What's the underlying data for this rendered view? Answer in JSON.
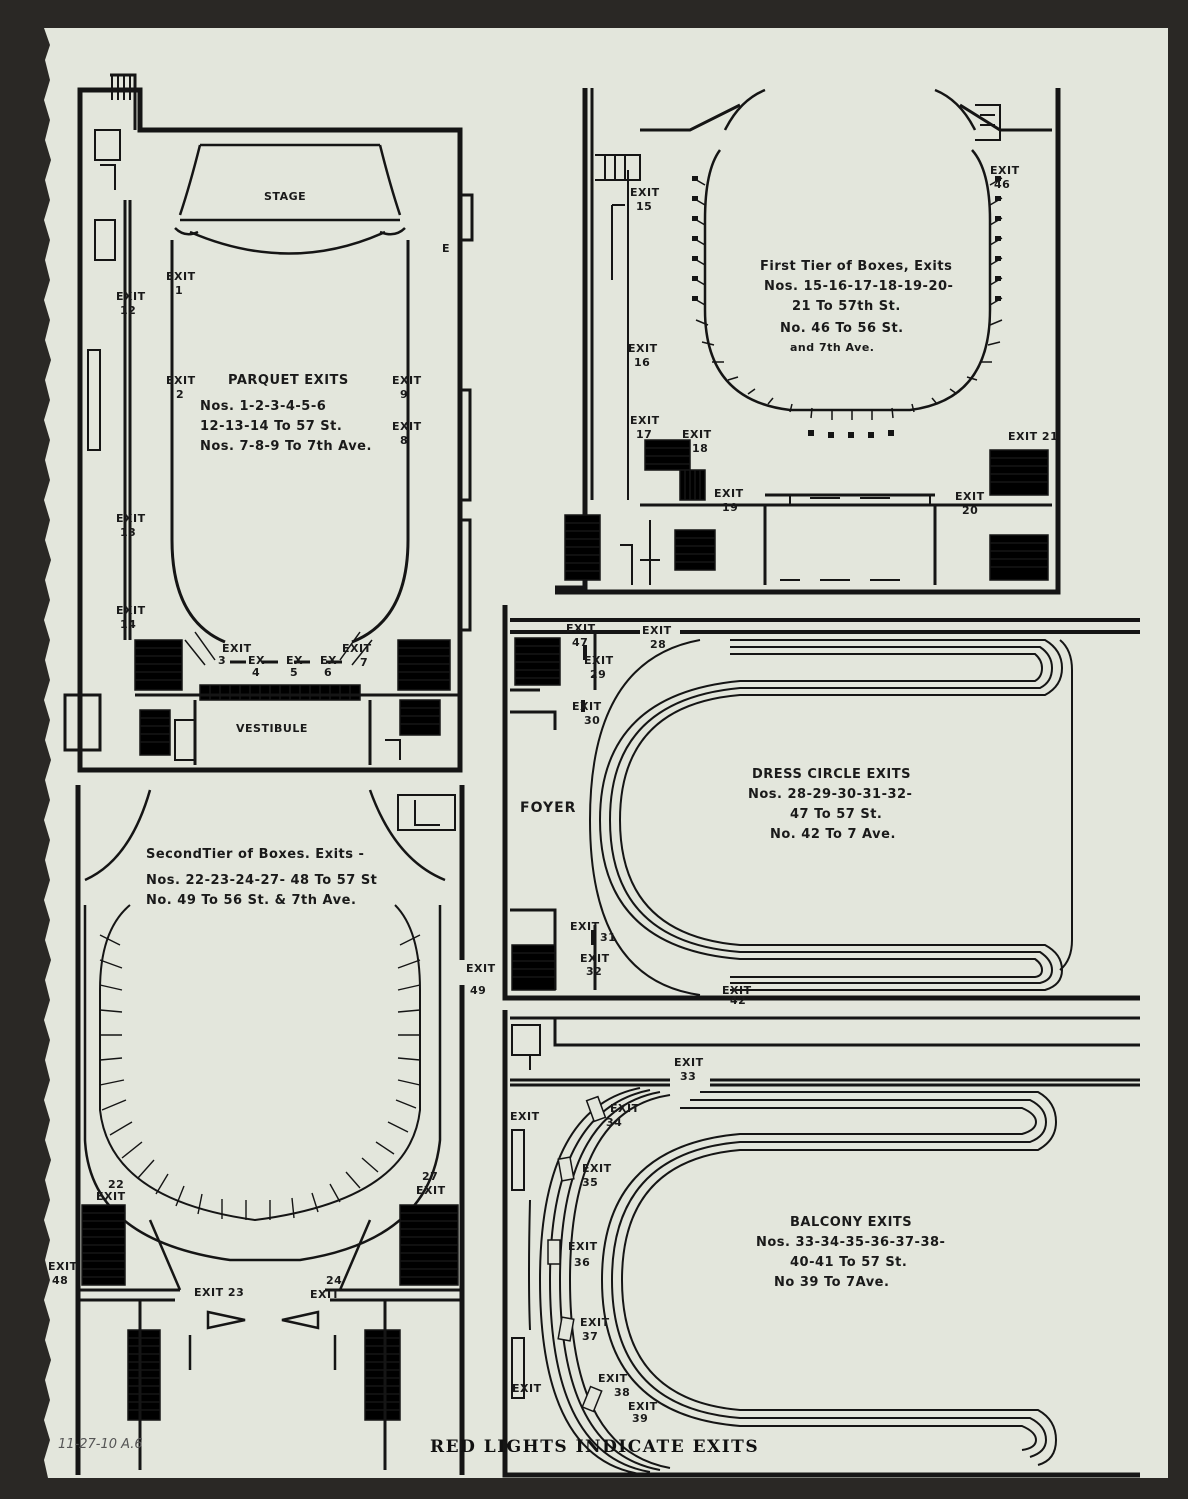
{
  "colors": {
    "paper": "#e3e6dc",
    "ink": "#151515",
    "backdrop": "#2a2825"
  },
  "parquet": {
    "stage": "STAGE",
    "vestibule": "VESTIBULE",
    "title": "PARQUET EXITS",
    "line1": "Nos. 1-2-3-4-5-6",
    "line2": "12-13-14 To 57 St.",
    "line3": "Nos. 7-8-9 To 7th Ave.",
    "exits": [
      {
        "t": "EXIT",
        "n": "1"
      },
      {
        "t": "EXIT",
        "n": "2"
      },
      {
        "t": "EXIT",
        "n": "3"
      },
      {
        "t": "EX",
        "n": "4"
      },
      {
        "t": "EX",
        "n": "5"
      },
      {
        "t": "EX",
        "n": "6"
      },
      {
        "t": "EXIT",
        "n": "7"
      },
      {
        "t": "EXIT",
        "n": "8"
      },
      {
        "t": "EXIT",
        "n": "9"
      },
      {
        "t": "EXIT",
        "n": "12"
      },
      {
        "t": "EXIT",
        "n": "13"
      },
      {
        "t": "EXIT",
        "n": "14"
      }
    ],
    "e_mark": "E"
  },
  "first_tier": {
    "title": "First Tier of Boxes, Exits",
    "line1": "Nos. 15-16-17-18-19-20-",
    "line2": "21 To 57th St.",
    "line3": "No. 46 To 56 St.",
    "line4": "and 7th Ave.",
    "exits": [
      {
        "t": "EXIT",
        "n": "15"
      },
      {
        "t": "EXIT",
        "n": "16"
      },
      {
        "t": "EXIT",
        "n": "17"
      },
      {
        "t": "EXIT",
        "n": "18"
      },
      {
        "t": "EXIT",
        "n": "19"
      },
      {
        "t": "EXIT",
        "n": "20"
      },
      {
        "t": "EXIT 21",
        "n": ""
      },
      {
        "t": "EXIT",
        "n": "46"
      }
    ]
  },
  "dress_circle": {
    "foyer": "FOYER",
    "title": "DRESS CIRCLE EXITS",
    "line1": "Nos. 28-29-30-31-32-",
    "line2": "47 To 57 St.",
    "line3": "No. 42 To 7 Ave.",
    "exits": [
      {
        "t": "EXIT",
        "n": "47"
      },
      {
        "t": "EXIT",
        "n": "28"
      },
      {
        "t": "EXIT",
        "n": "29"
      },
      {
        "t": "EXIT",
        "n": "30"
      },
      {
        "t": "EXIT",
        "n": "31"
      },
      {
        "t": "EXIT",
        "n": "32"
      },
      {
        "t": "EXIT",
        "n": "42"
      }
    ]
  },
  "second_tier": {
    "title": "SecondTier of Boxes. Exits -",
    "line1": "Nos. 22-23-24-27- 48 To 57 St",
    "line2": "No. 49 To 56 St. & 7th Ave.",
    "exits": [
      {
        "t": "EXIT",
        "n": "22"
      },
      {
        "t": "EXIT",
        "n": "27"
      },
      {
        "t": "EXIT",
        "n": "48"
      },
      {
        "t": "EXIT 23",
        "n": ""
      },
      {
        "t": "EXIT",
        "n": "24"
      },
      {
        "t": "EXIT",
        "n": "49"
      }
    ]
  },
  "balcony": {
    "title": "BALCONY EXITS",
    "line1": "Nos. 33-34-35-36-37-38-",
    "line2": "40-41 To 57 St.",
    "line3": "No 39 To 7Ave.",
    "exits": [
      {
        "t": "EXIT",
        "n": "33"
      },
      {
        "t": "EXIT",
        "n": "34"
      },
      {
        "t": "EXIT",
        "n": "35"
      },
      {
        "t": "EXIT",
        "n": "36"
      },
      {
        "t": "EXIT",
        "n": "37"
      },
      {
        "t": "EXIT",
        "n": "38"
      },
      {
        "t": "EXIT",
        "n": "39"
      },
      {
        "t": "EXIT",
        "n": ""
      },
      {
        "t": "EXIT",
        "n": ""
      }
    ]
  },
  "footer": "RED LIGHTS INDICATE EXITS",
  "handwritten": "11-27-10 A.6"
}
